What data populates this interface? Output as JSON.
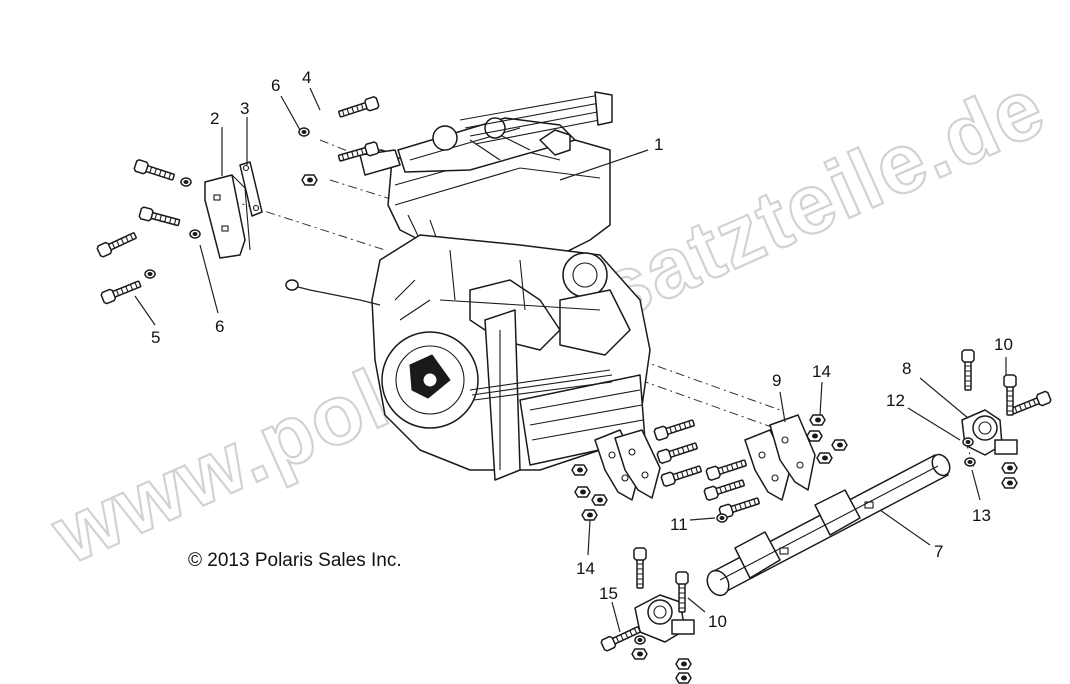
{
  "copyright": "© 2013 Polaris Sales Inc.",
  "watermark": "www.polarisersatzteile.de",
  "callouts": [
    {
      "id": "c1",
      "text": "1"
    },
    {
      "id": "c2",
      "text": "2"
    },
    {
      "id": "c3",
      "text": "3"
    },
    {
      "id": "c4",
      "text": "4"
    },
    {
      "id": "c5",
      "text": "5"
    },
    {
      "id": "c6a",
      "text": "6"
    },
    {
      "id": "c6b",
      "text": "6"
    },
    {
      "id": "c7",
      "text": "7"
    },
    {
      "id": "c8",
      "text": "8"
    },
    {
      "id": "c9",
      "text": "9"
    },
    {
      "id": "c10a",
      "text": "10"
    },
    {
      "id": "c10b",
      "text": "10"
    },
    {
      "id": "c11",
      "text": "11"
    },
    {
      "id": "c12",
      "text": "12"
    },
    {
      "id": "c13",
      "text": "13"
    },
    {
      "id": "c14a",
      "text": "14"
    },
    {
      "id": "c14b",
      "text": "14"
    },
    {
      "id": "c15",
      "text": "15"
    }
  ]
}
